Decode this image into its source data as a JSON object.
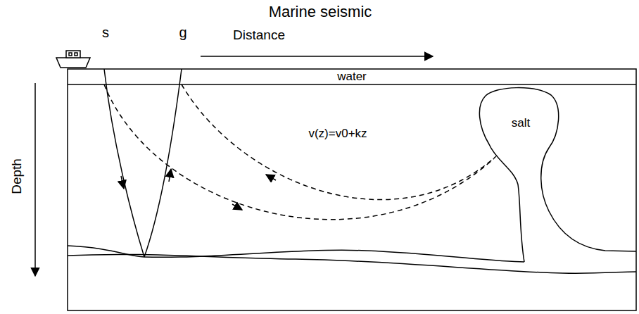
{
  "diagram": {
    "title": "Marine seismic",
    "nodes": [
      {
        "text": [
          "water"
        ]
      },
      {
        "text": [
          "salt"
        ]
      }
    ],
    "labels": [
      "s",
      "g",
      "Distance",
      "v(z)=v0+kz",
      "Depth"
    ]
  }
}
